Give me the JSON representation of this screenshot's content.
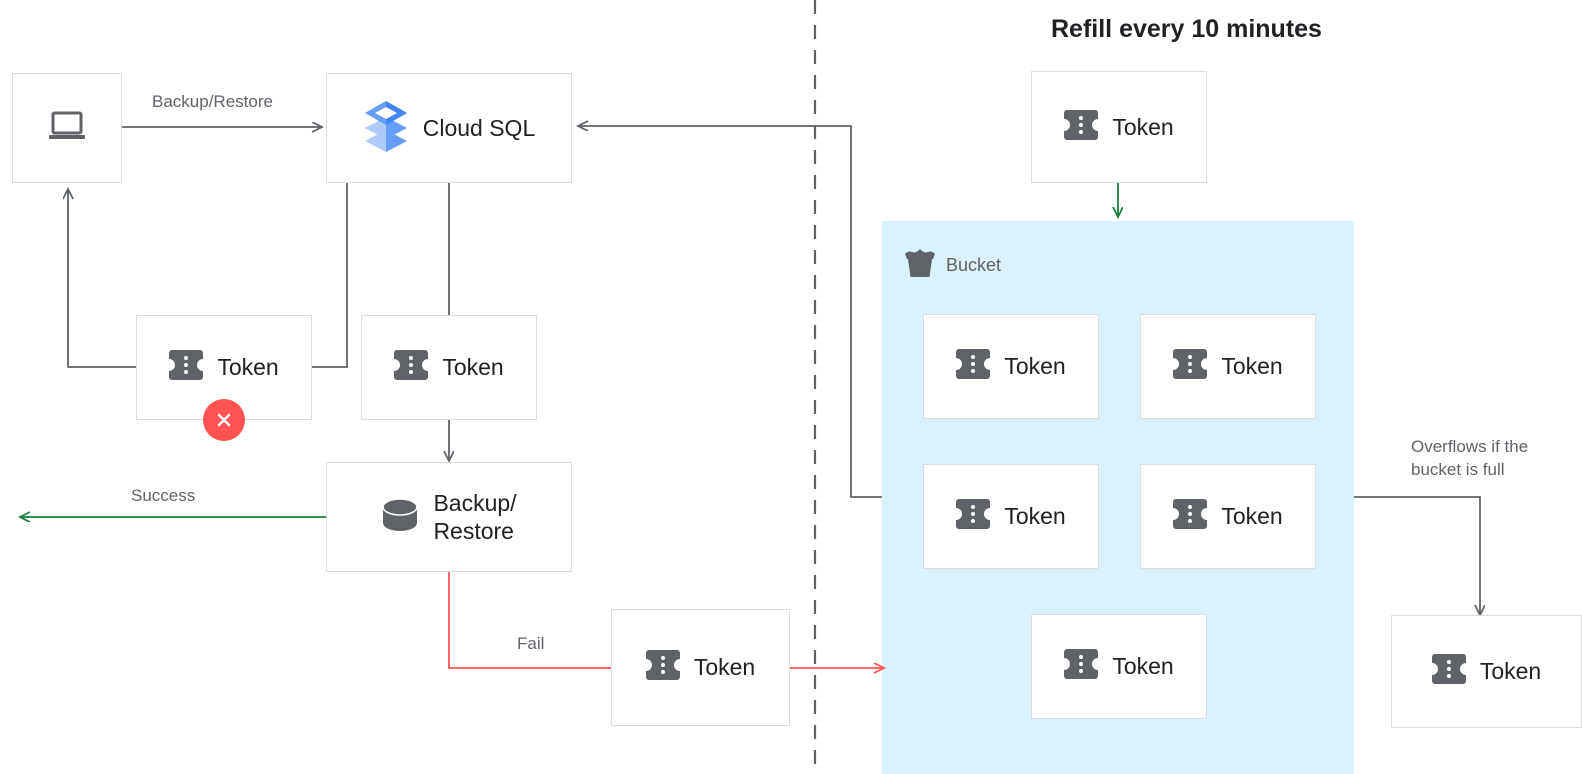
{
  "title": "Refill every 10 minutes",
  "colors": {
    "bucket_fill": "#d9f2fd",
    "edge_default": "#5f6368",
    "edge_success": "#188038",
    "edge_fail": "#ff5252",
    "edge_refill": "#188038",
    "token_icon": "#5f6368",
    "error_badge": "#ff5252",
    "box_border": "#dadce0",
    "text_primary": "#202124",
    "text_secondary": "#5f6368",
    "cloudsql_blue_dark": "#4285f4",
    "cloudsql_blue_mid": "#669df6",
    "cloudsql_blue_light": "#aecbfa"
  },
  "nodes": {
    "client": {
      "icon": "laptop-icon",
      "label": ""
    },
    "cloud_sql": {
      "icon": "cloud-sql-icon",
      "label": "Cloud SQL"
    },
    "token_client": {
      "icon": "token-icon",
      "label": "Token",
      "badge": "error-badge"
    },
    "token_sql": {
      "icon": "token-icon",
      "label": "Token"
    },
    "backup_restore": {
      "icon": "database-icon",
      "label": "Backup/\nRestore"
    },
    "token_fail": {
      "icon": "token-icon",
      "label": "Token"
    },
    "token_refill": {
      "icon": "token-icon",
      "label": "Token"
    },
    "token_overflow": {
      "icon": "token-icon",
      "label": "Token"
    }
  },
  "bucket": {
    "icon": "bucket-icon",
    "label": "Bucket",
    "tokens": [
      {
        "icon": "token-icon",
        "label": "Token"
      },
      {
        "icon": "token-icon",
        "label": "Token"
      },
      {
        "icon": "token-icon",
        "label": "Token"
      },
      {
        "icon": "token-icon",
        "label": "Token"
      },
      {
        "icon": "token-icon",
        "label": "Token"
      }
    ]
  },
  "edges": {
    "backup_restore": "Backup/Restore",
    "success": "Success",
    "fail": "Fail",
    "overflow": "Overflows if the\nbucket is full"
  }
}
